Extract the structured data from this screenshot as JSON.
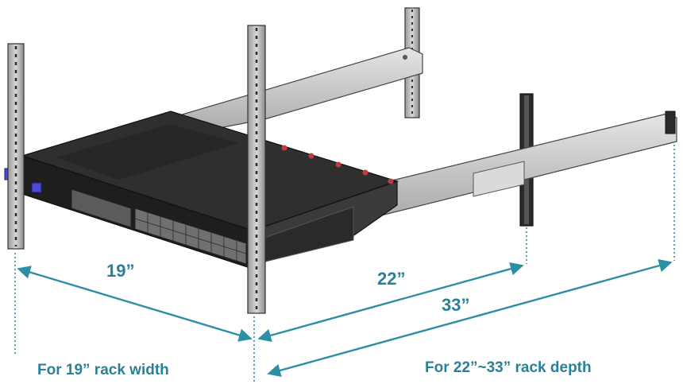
{
  "colors": {
    "accent": "#2e8ea3",
    "chassis": "#2b2b2b",
    "rail": "#c9cbc9",
    "post": "#b9b9b9",
    "port": "#8d8f8f",
    "latch": "#4a4ad8",
    "screw": "#c23a3a"
  },
  "icons": {
    "rack": "rack-rails-and-posts-illustration",
    "switch": "network-switch-chassis-illustration"
  },
  "dimensions": {
    "width": "19”",
    "depth_min": "22”",
    "depth_max": "33”"
  },
  "captions": {
    "width": "For 19” rack width",
    "depth": "For 22”~33” rack depth"
  }
}
